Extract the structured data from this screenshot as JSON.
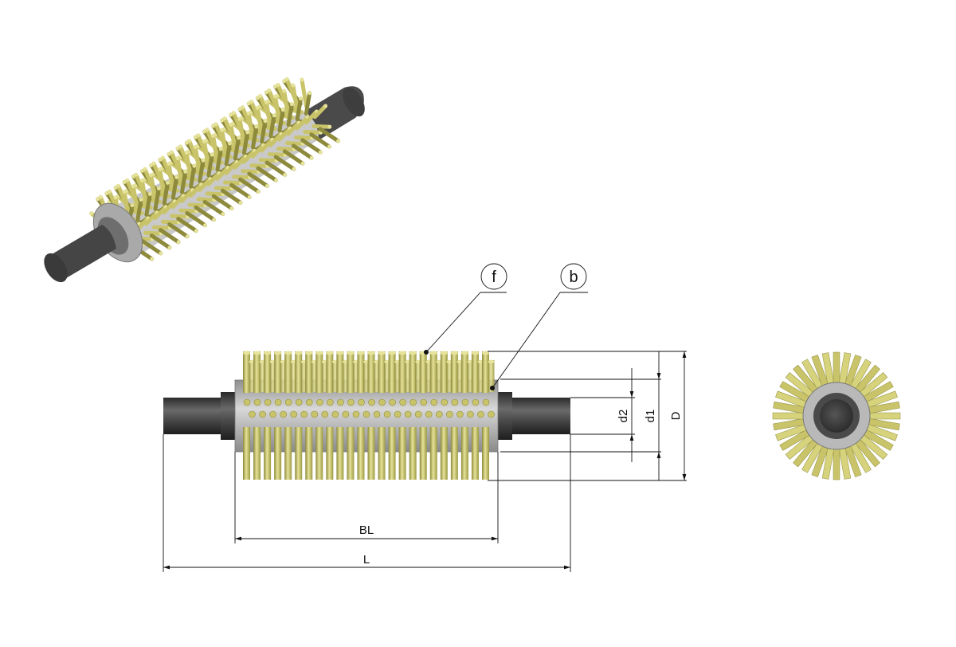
{
  "callouts": {
    "filament": "f",
    "body": "b"
  },
  "dimensions": {
    "overall_length": "L",
    "brush_length": "BL",
    "outer_diameter": "D",
    "core_diameter": "d1",
    "shaft_diameter": "d2"
  },
  "colors": {
    "filament": "#c9c46a",
    "filament_dark": "#8d8a3c",
    "filament_light": "#e6e39a",
    "core": "#bdbdbd",
    "shaft": "#3a3a3a",
    "line": "#111111"
  }
}
